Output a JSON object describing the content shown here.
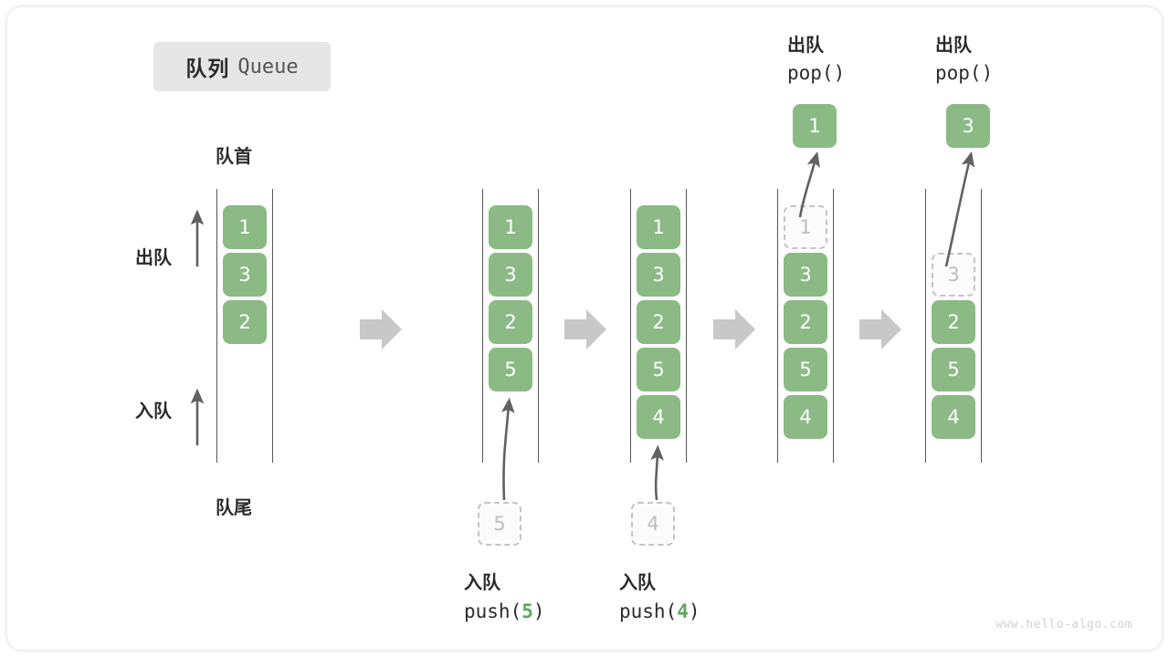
{
  "title": {
    "cn": "队列",
    "en": "Queue"
  },
  "labels": {
    "head": "队首",
    "tail": "队尾",
    "dequeue": "出队",
    "enqueue": "入队"
  },
  "colors": {
    "item_fill": "#8bba85",
    "item_text": "#ffffff",
    "ghost_border": "#c4c4c4",
    "ghost_text": "#bdbdbd",
    "rail": "#555555",
    "arrow": "#616161",
    "step_arrow": "#c8c8c8",
    "badge_bg": "#e6e6e6",
    "accent_green": "#5ca75c"
  },
  "stages": [
    {
      "id": "initial",
      "items": [
        "1",
        "3",
        "2"
      ],
      "ghost_index": null,
      "caption_cn": null,
      "caption_code": null,
      "float_value": null
    },
    {
      "id": "after-push-5",
      "items": [
        "1",
        "3",
        "2",
        "5"
      ],
      "ghost_index": null,
      "caption_cn": "入队",
      "caption_code": "push(5)",
      "caption_arg": "5",
      "float_value": "5"
    },
    {
      "id": "after-push-4",
      "items": [
        "1",
        "3",
        "2",
        "5",
        "4"
      ],
      "ghost_index": null,
      "caption_cn": "入队",
      "caption_code": "push(4)",
      "caption_arg": "4",
      "float_value": "4"
    },
    {
      "id": "after-pop-1",
      "items": [
        "1",
        "3",
        "2",
        "5",
        "4"
      ],
      "ghost_index": 0,
      "caption_cn": "出队",
      "caption_code": "pop()",
      "float_value": "1"
    },
    {
      "id": "after-pop-3",
      "items": [
        "",
        "3",
        "2",
        "5",
        "4"
      ],
      "ghost_index": 1,
      "caption_cn": "出队",
      "caption_code": "pop()",
      "float_value": "3"
    }
  ],
  "watermark": "www.hello-algo.com"
}
